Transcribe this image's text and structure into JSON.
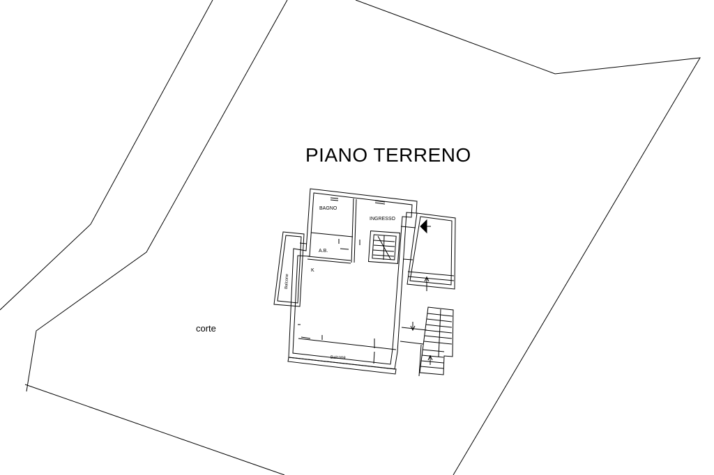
{
  "drawing": {
    "title": "PIANO TERRENO",
    "site_label": "corte"
  },
  "rooms": {
    "bagno": "BAGNO",
    "ingresso": "INGRESSO",
    "ab": "A.B.",
    "k": "K",
    "balcone_side": "Balcone",
    "balcone_bottom": "Balcone"
  }
}
